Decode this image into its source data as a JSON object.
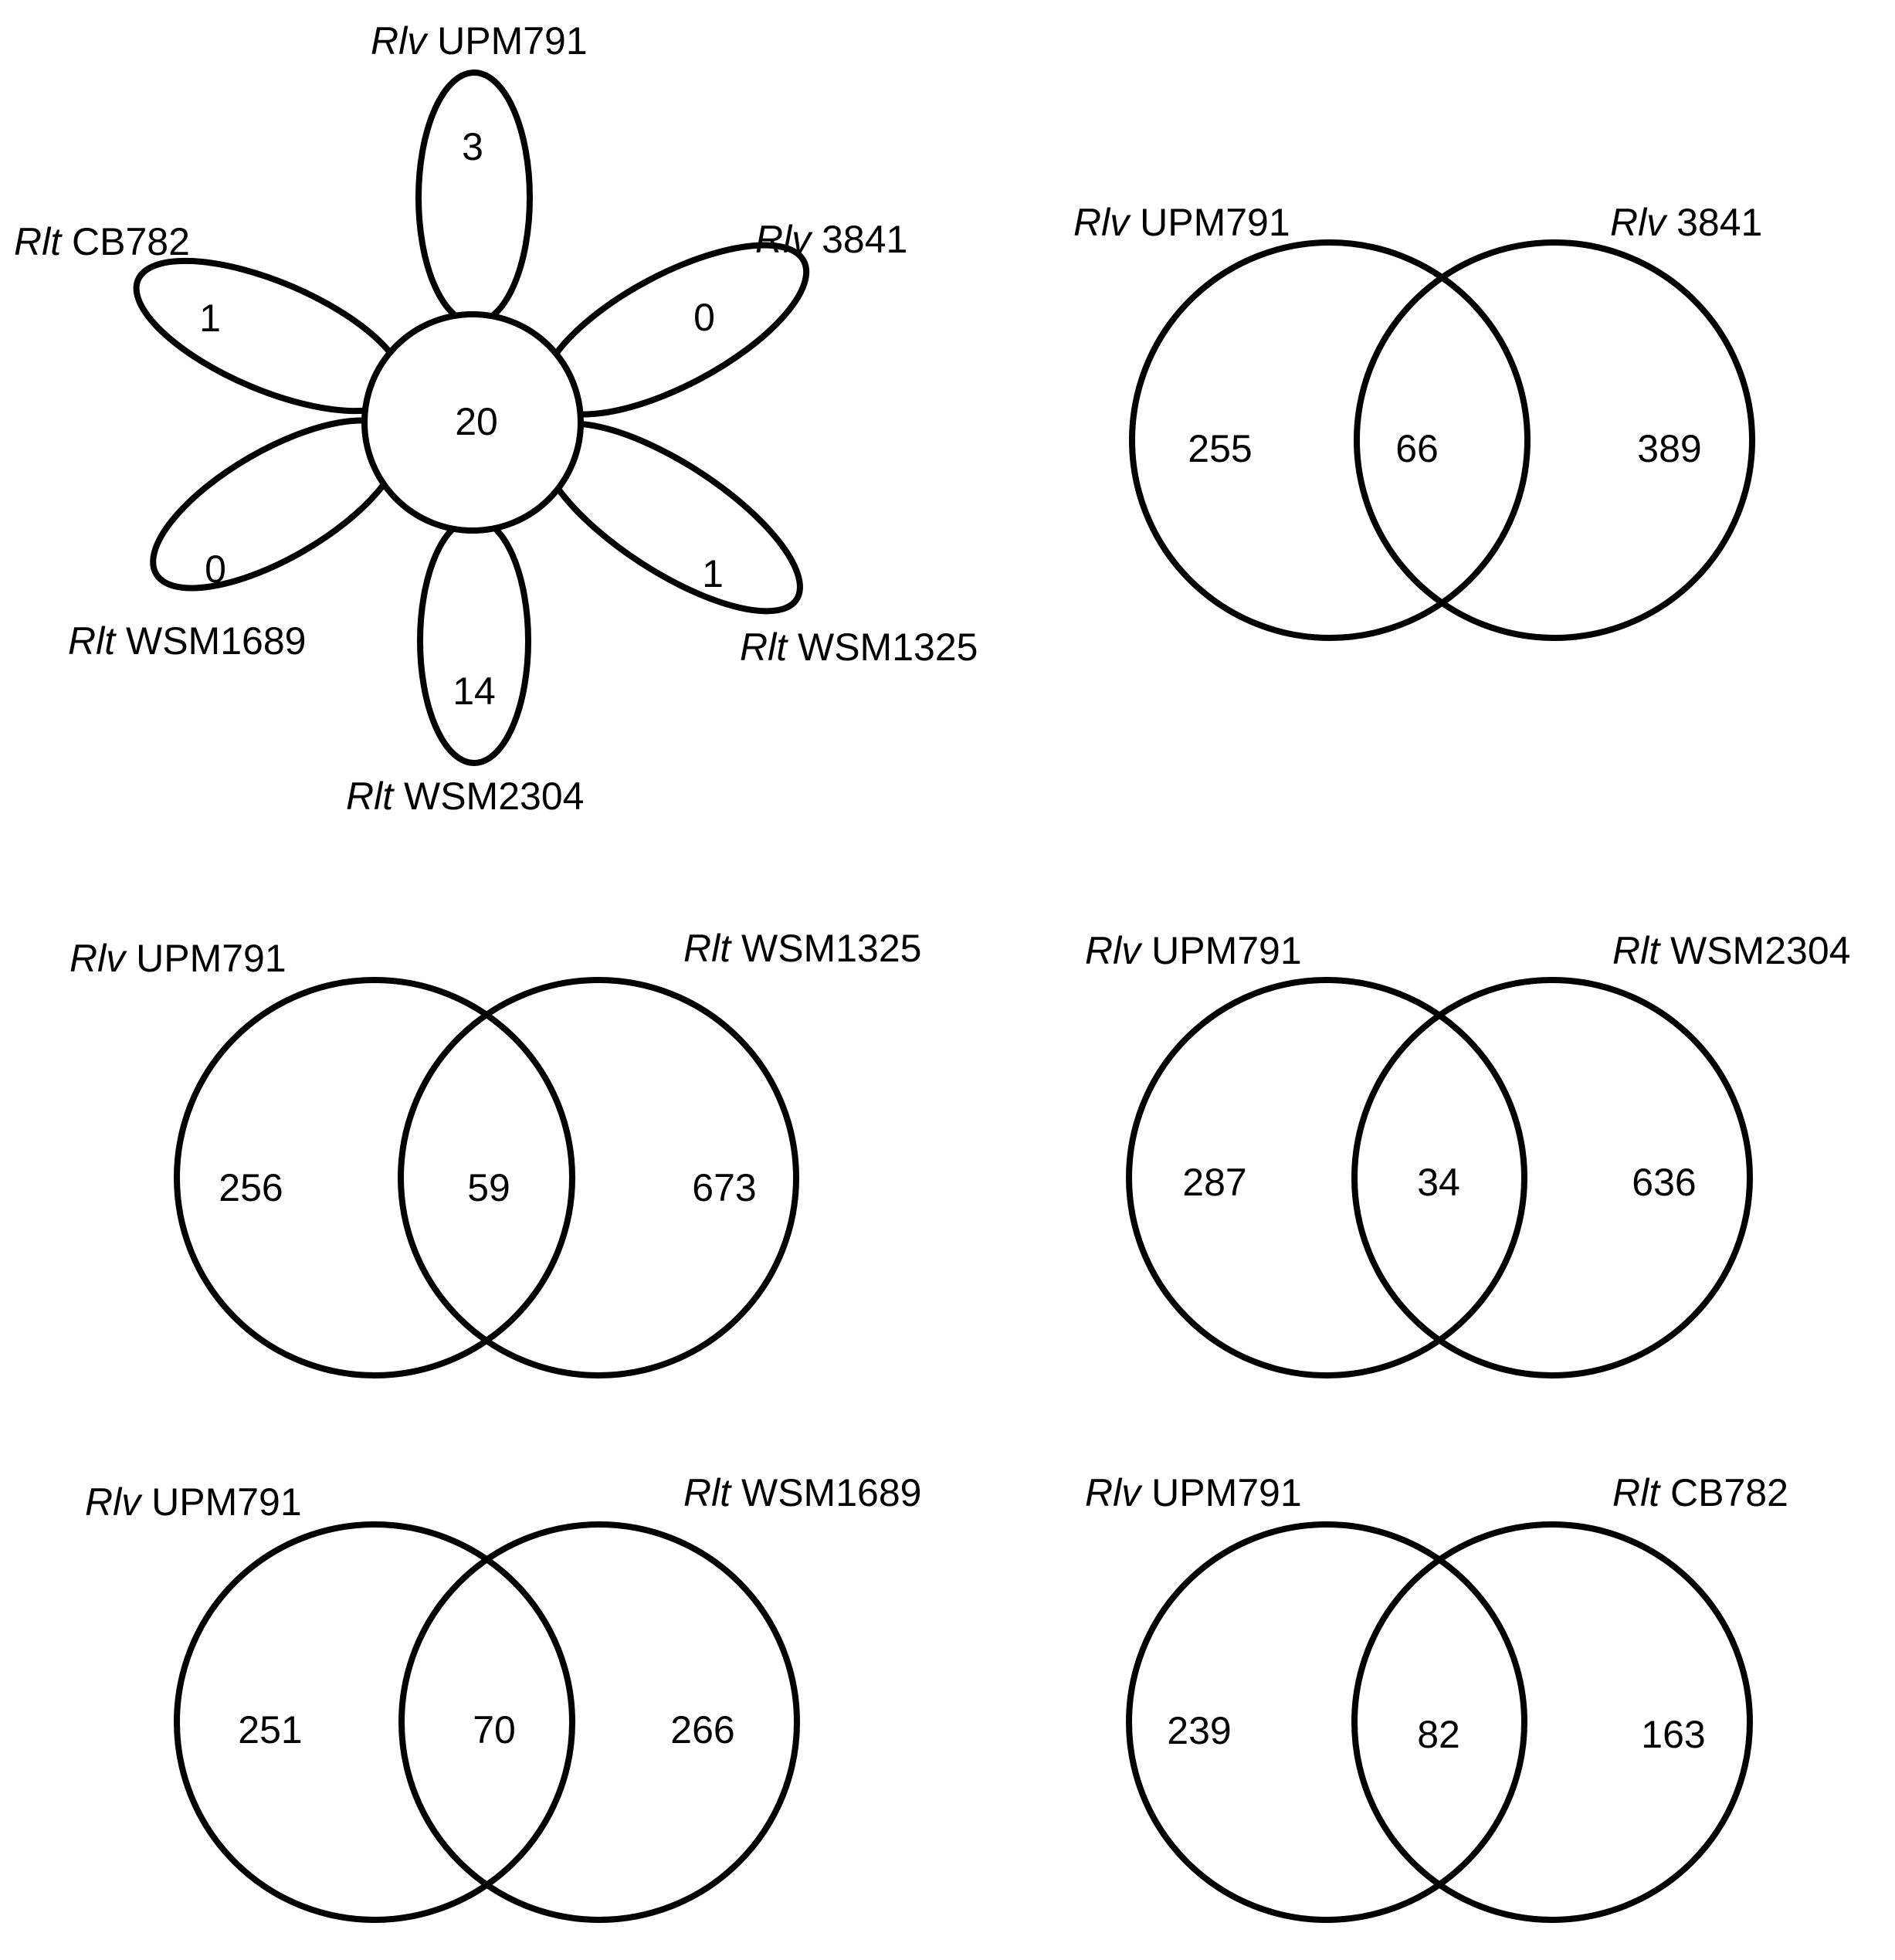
{
  "flower": {
    "center": {
      "value": "20"
    },
    "petals": [
      {
        "id": "upm791",
        "genus": "Rlv",
        "strain": "UPM791",
        "value": "3"
      },
      {
        "id": "3841",
        "genus": "Rlv",
        "strain": "3841",
        "value": "0"
      },
      {
        "id": "wsm1325",
        "genus": "Rlt",
        "strain": "WSM1325",
        "value": "1"
      },
      {
        "id": "wsm2304",
        "genus": "Rlt",
        "strain": "WSM2304",
        "value": "14"
      },
      {
        "id": "wsm1689",
        "genus": "Rlt",
        "strain": "WSM1689",
        "value": "0"
      },
      {
        "id": "cb782",
        "genus": "Rlt",
        "strain": "CB782",
        "value": "1"
      }
    ]
  },
  "venns": [
    {
      "id": "upm791-3841",
      "left": {
        "genus": "Rlv",
        "strain": "UPM791"
      },
      "right": {
        "genus": "Rlv",
        "strain": "3841"
      },
      "left_only": "255",
      "shared": "66",
      "right_only": "389"
    },
    {
      "id": "upm791-wsm1325",
      "left": {
        "genus": "Rlv",
        "strain": "UPM791"
      },
      "right": {
        "genus": "Rlt",
        "strain": "WSM1325"
      },
      "left_only": "256",
      "shared": "59",
      "right_only": "673"
    },
    {
      "id": "upm791-wsm2304",
      "left": {
        "genus": "Rlv",
        "strain": "UPM791"
      },
      "right": {
        "genus": "Rlt",
        "strain": "WSM2304"
      },
      "left_only": "287",
      "shared": "34",
      "right_only": "636"
    },
    {
      "id": "upm791-wsm1689",
      "left": {
        "genus": "Rlv",
        "strain": "UPM791"
      },
      "right": {
        "genus": "Rlt",
        "strain": "WSM1689"
      },
      "left_only": "251",
      "shared": "70",
      "right_only": "266"
    },
    {
      "id": "upm791-cb782",
      "left": {
        "genus": "Rlv",
        "strain": "UPM791"
      },
      "right": {
        "genus": "Rlt",
        "strain": "CB782"
      },
      "left_only": "239",
      "shared": "82",
      "right_only": "163"
    }
  ]
}
